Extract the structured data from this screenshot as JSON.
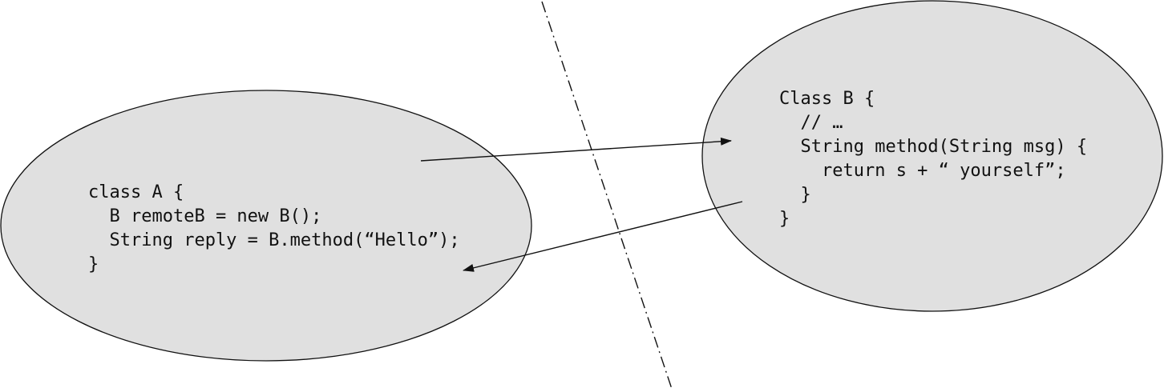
{
  "colors": {
    "ellipse_fill": "#e0e0e0",
    "stroke": "#111111",
    "text": "#111111",
    "background": "#ffffff"
  },
  "class_a": {
    "lines": [
      "class A {",
      "  B remoteB = new B();",
      "  String reply = B.method(“Hello”);",
      "}"
    ]
  },
  "class_b": {
    "lines": [
      "Class B {",
      "  // …",
      "  String method(String msg) {",
      "    return s + “ yourself”;",
      "  }",
      "}"
    ]
  }
}
